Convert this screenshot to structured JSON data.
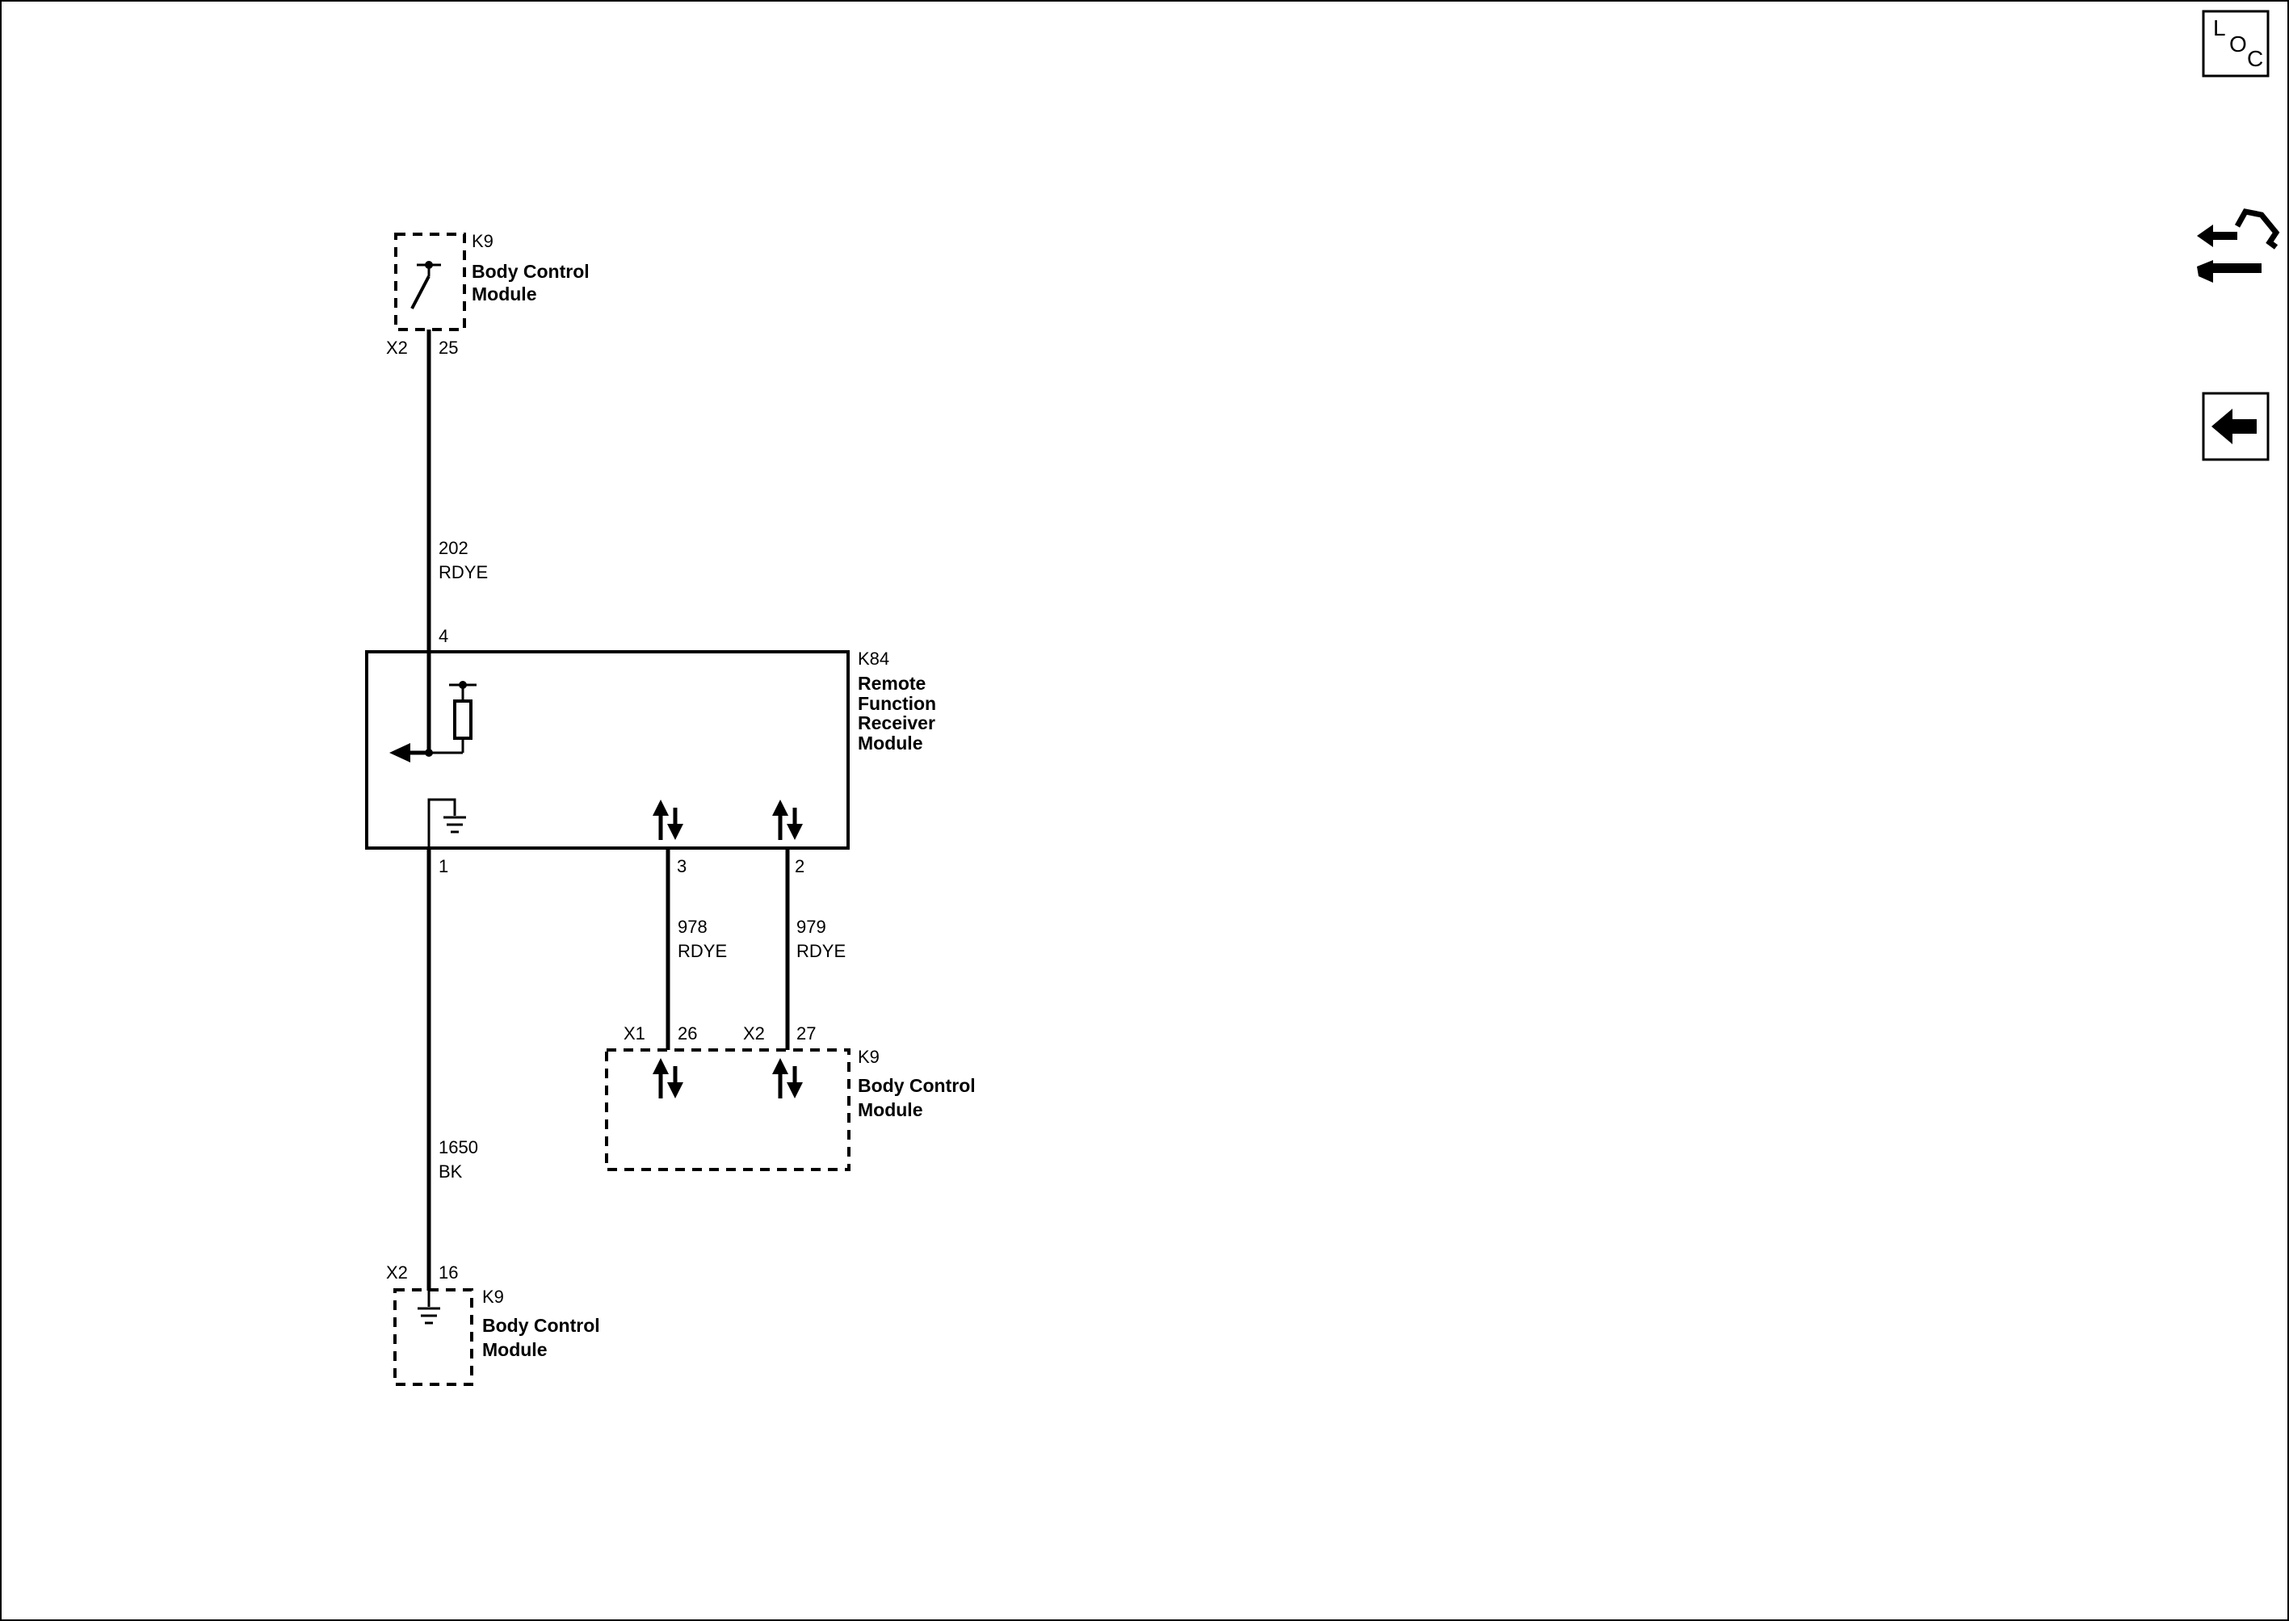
{
  "nav": {
    "loc_button": {
      "letters": [
        "L",
        "O",
        "C"
      ]
    },
    "icons": [
      "loc-icon",
      "connector-end-view-icon",
      "back-arrow-icon"
    ]
  },
  "modules": {
    "k9_top": {
      "id": "K9",
      "name_line1": "Body Control",
      "name_line2": "Module",
      "connector": "X2",
      "pin": "25"
    },
    "k84": {
      "id": "K84",
      "name_lines": [
        "Remote",
        "Function",
        "Receiver",
        "Module"
      ],
      "pin_power": "4",
      "pin_ground": "1",
      "pin_data_a": "3",
      "pin_data_b": "2"
    },
    "k9_mid": {
      "id": "K9",
      "name_line1": "Body Control",
      "name_line2": "Module",
      "connector_a": "X1",
      "pin_a": "26",
      "connector_b": "X2",
      "pin_b": "27"
    },
    "k9_bottom": {
      "id": "K9",
      "name_line1": "Body Control",
      "name_line2": "Module",
      "connector": "X2",
      "pin": "16"
    }
  },
  "wires": {
    "w202": {
      "circuit": "202",
      "color": "RDYE"
    },
    "w978": {
      "circuit": "978",
      "color": "RDYE"
    },
    "w979": {
      "circuit": "979",
      "color": "RDYE"
    },
    "w1650": {
      "circuit": "1650",
      "color": "BK"
    }
  },
  "colors": {
    "line": "#000000",
    "background": "#ffffff"
  }
}
